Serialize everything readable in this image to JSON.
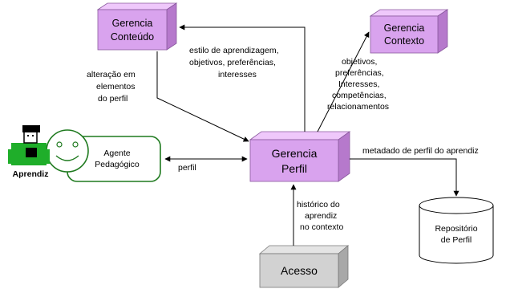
{
  "nodes": {
    "gerencia_conteudo": {
      "line1": "Gerencia",
      "line2": "Conteúdo"
    },
    "gerencia_contexto": {
      "line1": "Gerencia",
      "line2": "Contexto"
    },
    "gerencia_perfil": {
      "line1": "Gerencia",
      "line2": "Perfil"
    },
    "acesso": {
      "label": "Acesso"
    },
    "agente_pedagogico": {
      "line1": "Agente",
      "line2": "Pedagógico"
    },
    "repositorio": {
      "line1": "Repositório",
      "line2": "de Perfil"
    },
    "aprendiz": {
      "label": "Aprendiz"
    }
  },
  "edges": {
    "perfil_to_conteudo": {
      "line1": "estilo de aprendizagem,",
      "line2": "objetivos, preferências,",
      "line3": "interesses"
    },
    "conteudo_to_perfil": {
      "line1": "alteração em",
      "line2": "elementos",
      "line3": "do perfil"
    },
    "perfil_to_contexto": {
      "line1": "objetivos,",
      "line2": "preferências,",
      "line3": "Interesses,",
      "line4": "competências,",
      "line5": "relacionamentos"
    },
    "perfil_agente": {
      "label": "perfil"
    },
    "perfil_to_repositorio": {
      "label": "metadado de perfil do aprendiz"
    },
    "acesso_to_perfil": {
      "line1": "histórico do",
      "line2": "aprendiz",
      "line3": "no contexto"
    }
  },
  "colors": {
    "module_fill": "#d9a3ee",
    "module_side": "#b679cc",
    "acesso_fill": "#d2d2d2",
    "acesso_side": "#a8a8a8",
    "agent_border": "#1f7a1f",
    "aprendiz_green": "#1fae2a"
  }
}
